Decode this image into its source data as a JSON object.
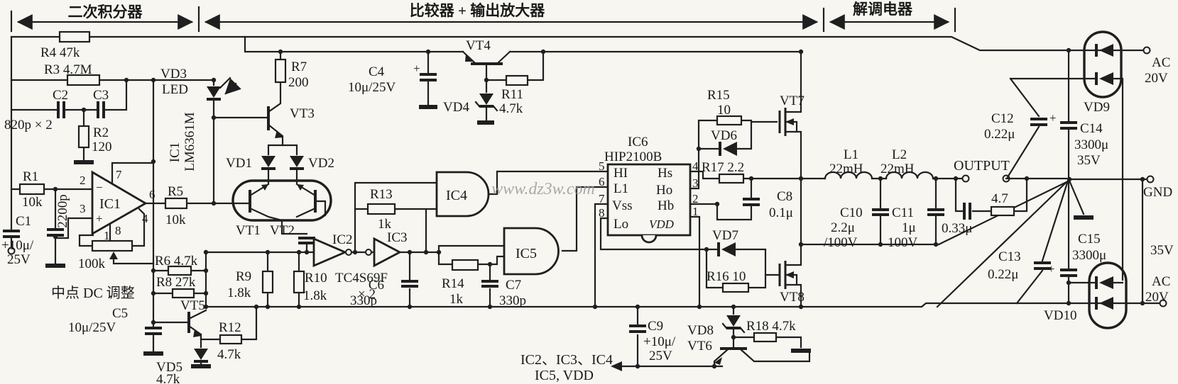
{
  "headers": {
    "integrator": "二次积分器",
    "comparator": "比较器 + 输出放大器",
    "demodulator": "解调电器"
  },
  "watermark": "www.dz3w.com",
  "labels": {
    "r4": "R4 47k",
    "r3": "R3 4.7M",
    "c2": "C2",
    "c3": "C3",
    "c2c3_val": "820p × 2",
    "r2": "R2",
    "r2_val": "120",
    "r1": "R1",
    "r1_val": "10k",
    "c2200": "2200p",
    "c1": "C1",
    "c1_val1": "+10μ/",
    "c1_val2": "25V",
    "ic1_pin2": "2",
    "ic1_pin3": "3",
    "ic1_pin7": "7",
    "ic1_pin6": "6",
    "ic1_pin4": "4",
    "ic1_pin1": "1",
    "ic1_pin8": "8",
    "ic1": "IC1",
    "ic1_minus": "−",
    "ic1_plus": "+",
    "pot": "100k",
    "trim_note": "中点 DC 调整",
    "r6": "R6 4.7k",
    "r8": "R8 27k",
    "vt5": "VT5",
    "c5": "C5",
    "c5_val": "10μ/25V",
    "r12": "R12",
    "r12_val": "4.7k",
    "vd5": "VD5",
    "vd5_val": "4.7k",
    "vd3": "VD3",
    "vd3_type": "LED",
    "ic1_name": "IC1",
    "ic1_part": "LM6361M",
    "r5": "R5",
    "r5_val": "10k",
    "r7": "R7",
    "r7_val": "200",
    "vt3": "VT3",
    "vd1": "VD1",
    "vd2": "VD2",
    "vt1": "VT1",
    "vt2": "VT2",
    "ic2": "IC2",
    "ic3": "IC3",
    "inv_part": "TC4S69F",
    "inv_qty": "× 2",
    "r9": "R9",
    "r9_val": "1.8k",
    "r10": "R10",
    "r10_val": "1.8k",
    "c6": "C6",
    "c6_val": "330p",
    "r13": "R13",
    "r13_val": "1k",
    "ic4": "IC4",
    "r14": "R14",
    "r14_val": "1k",
    "c7": "C7",
    "c7_val": "330p",
    "ic5": "IC5",
    "c4": "C4",
    "c4_val": "10μ/25V",
    "c4_plus": "+",
    "vt4": "VT4",
    "vd4": "VD4",
    "r11": "R11",
    "r11_val": "4.7k",
    "ic6": "IC6",
    "ic6_part": "HIP2100B",
    "ic6_p5": "5",
    "ic6_p6": "6",
    "ic6_p7": "7",
    "ic6_p8": "8",
    "ic6_p4": "4",
    "ic6_p3": "3",
    "ic6_p2": "2",
    "ic6_p1": "1",
    "ic6_hi": "HI",
    "ic6_li": "L1",
    "ic6_vss": "Vss",
    "ic6_lo": "Lo",
    "ic6_hs": "Hs",
    "ic6_ho": "Ho",
    "ic6_hb": "Hb",
    "ic6_vdd": "VDD",
    "r15": "R15",
    "r15_val": "10",
    "vd6": "VD6",
    "r17": "R17 2.2",
    "vt7": "VT7",
    "c8": "C8",
    "c8_val": "0.1μ",
    "vd7": "VD7",
    "r16": "R16 10",
    "vt8": "VT8",
    "l1": "L1",
    "l1_val": "22mH",
    "l2": "L2",
    "l2_val": "22mH",
    "output": "OUTPUT",
    "c10": "C10",
    "c10_val1": "2.2μ",
    "c10_val2": "/100V",
    "c11": "C11",
    "c11_val1": "1μ",
    "c11_val2": "100V",
    "c_out": "0.33μ",
    "r_out": "4.7",
    "c12": "C12",
    "c12_val": "0.22μ",
    "c14": "C14",
    "c14_val1": "3300μ",
    "c14_val2": "35V",
    "c14_plus": "+",
    "vd9": "VD9",
    "ac_top1": "AC",
    "ac_top2": "20V",
    "gnd": "GND",
    "c13": "C13",
    "c13_val": "0.22μ",
    "c15": "C15",
    "c15_val": "3300μ",
    "c15_plus": "+",
    "v35": "35V",
    "vd10": "VD10",
    "ac_bot1": "AC",
    "ac_bot2": "20V",
    "c9": "C9",
    "c9_val1": "+10μ/",
    "c9_val2": "25V",
    "vd8": "VD8",
    "vt6": "VT6",
    "r18": "R18 4.7k",
    "vdd_note1": "IC2、IC3、IC4",
    "vdd_note2": "IC5, VDD"
  }
}
